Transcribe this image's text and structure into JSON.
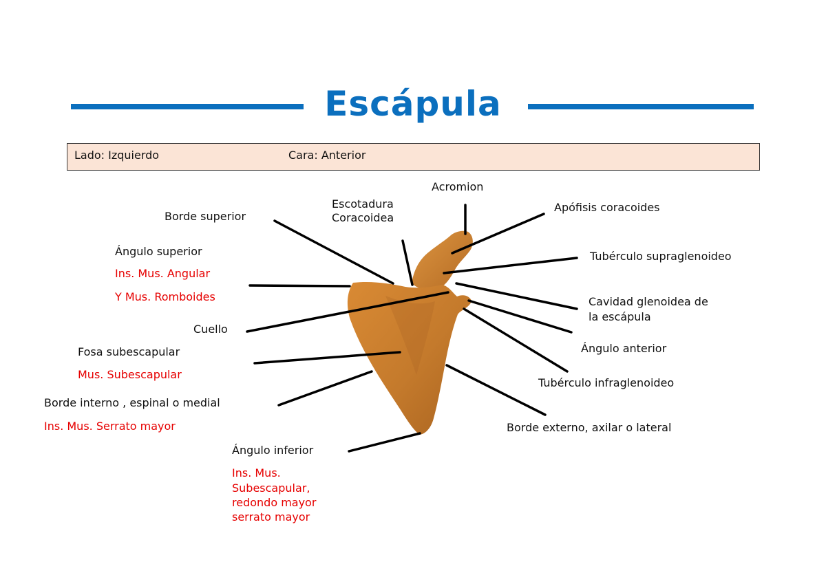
{
  "title": "Escápula",
  "info": {
    "side": "Lado: Izquierdo",
    "face": "Cara: Anterior"
  },
  "labels": {
    "acromion": "Acromion",
    "escotadura_1": "Escotadura",
    "escotadura_2": "Coracoidea",
    "borde_superior": "Borde superior",
    "apofisis": "Apófisis coracoides",
    "angulo_superior": "Ángulo superior",
    "angulo_superior_ins1": "Ins. Mus. Angular",
    "angulo_superior_ins2": "Y Mus. Romboides",
    "tuberculo_supra": "Tubérculo supraglenoideo",
    "cavidad_1": "Cavidad glenoidea de",
    "cavidad_2": "la escápula",
    "cuello": "Cuello",
    "angulo_anterior": "Ángulo anterior",
    "fosa": "Fosa subescapular",
    "fosa_mus": "Mus. Subescapular",
    "tuberculo_infra": "Tubérculo infraglenoideo",
    "borde_interno": "Borde interno , espinal o medial",
    "borde_interno_ins": "Ins. Mus. Serrato mayor",
    "borde_externo": "Borde  externo, axilar o lateral",
    "angulo_inferior": "Ángulo inferior",
    "angulo_inferior_ins1": "Ins. Mus.",
    "angulo_inferior_ins2": "Subescapular,",
    "angulo_inferior_ins3": "redondo mayor",
    "angulo_inferior_ins4": "serrato mayor"
  },
  "colors": {
    "title": "#0b6fbe",
    "insertion_text": "#e60000",
    "info_bar": "#fbe4d6",
    "bone": "#c47a2c"
  }
}
